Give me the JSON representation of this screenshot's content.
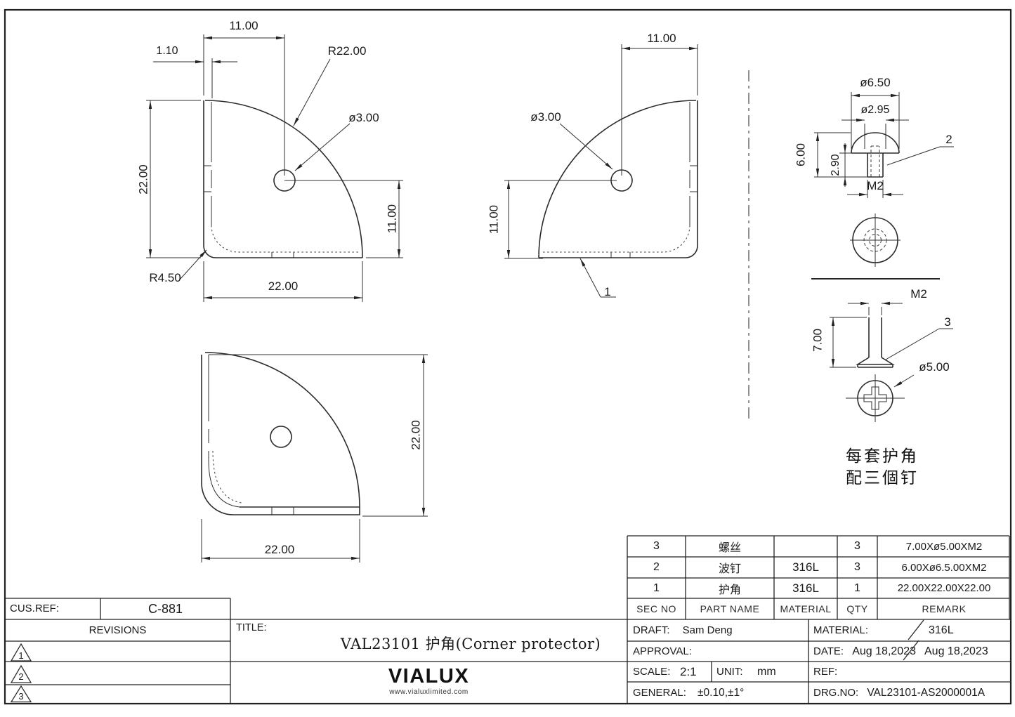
{
  "sheet": {
    "title_label": "TITLE:",
    "title": "VAL23101  护角(Corner protector)"
  },
  "views": {
    "front": {
      "dim_top_offset": "11.00",
      "dim_thickness": "1.10",
      "dim_radius": "R22.00",
      "dim_hole": "ø3.00",
      "dim_height": "22.00",
      "dim_hole_height": "11.00",
      "dim_corner_radius": "R4.50",
      "dim_width": "22.00"
    },
    "side": {
      "dim_top_offset": "11.00",
      "dim_hole": "ø3.00",
      "dim_hole_height": "11.00",
      "leader": "1"
    },
    "bottom": {
      "dim_height": "22.00",
      "dim_width": "22.00"
    },
    "rivet": {
      "dim_head_dia": "ø6.50",
      "dim_hole_dia": "ø2.95",
      "dim_height": "6.00",
      "dim_shank": "2.90",
      "dim_thread": "M2",
      "leader": "2"
    },
    "screw": {
      "dim_thread": "M2",
      "dim_length": "7.00",
      "dim_head_dia": "ø5.00",
      "leader": "3"
    },
    "note_line1": "每套护角",
    "note_line2": "配三個钉"
  },
  "parts_table": {
    "headers": {
      "sec_no": "SEC NO",
      "part_name": "PART NAME",
      "material": "MATERIAL",
      "qty": "QTY",
      "remark": "REMARK"
    },
    "rows": [
      {
        "sec_no": "3",
        "part_name": "螺丝",
        "material": "",
        "qty": "3",
        "remark": "7.00Xø5.00XM2"
      },
      {
        "sec_no": "2",
        "part_name": "波钉",
        "material": "316L",
        "qty": "3",
        "remark": "6.00Xø6.5.00XM2"
      },
      {
        "sec_no": "1",
        "part_name": "护角",
        "material": "316L",
        "qty": "1",
        "remark": "22.00X22.00X22.00"
      }
    ]
  },
  "title_block": {
    "cus_ref_label": "CUS.REF:",
    "cus_ref": "C-881",
    "revisions_label": "REVISIONS",
    "revisions": [
      "1",
      "2",
      "3"
    ],
    "draft_label": "DRAFT:",
    "draft": "Sam Deng",
    "approval_label": "APPROVAL:",
    "scale_label": "SCALE:",
    "scale": "2:1",
    "unit_label": "UNIT:",
    "unit": "mm",
    "general_label": "GENERAL:",
    "general": "±0.10,±1°",
    "material_label": "MATERIAL:",
    "material": "316L",
    "date_label": "DATE:",
    "date_draft": "Aug 18,2023",
    "date_approved": "Aug 18,2023",
    "ref_label": "REF:",
    "drg_no_label": "DRG.NO:",
    "drg_no": "VAL23101-AS2000001A",
    "logo": "VIALUX",
    "logo_url": "www.vialuxlimited.com"
  }
}
